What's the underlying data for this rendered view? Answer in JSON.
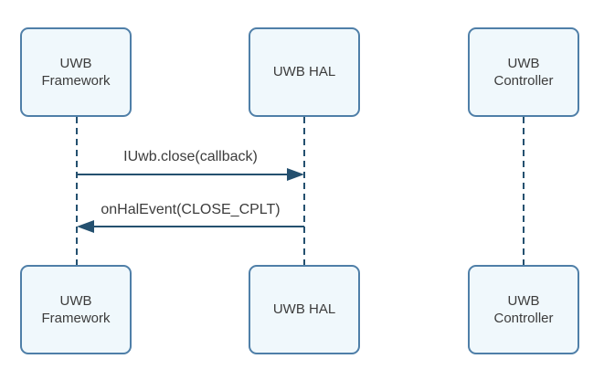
{
  "diagram": {
    "actors": [
      {
        "name": "UWB Framework"
      },
      {
        "name": "UWB HAL"
      },
      {
        "name": "UWB Controller"
      }
    ],
    "messages": [
      {
        "label": "IUwb.close(callback)",
        "from": "UWB Framework",
        "to": "UWB HAL",
        "direction": "right",
        "line_style": "solid"
      },
      {
        "label": "onHalEvent(CLOSE_CPLT)",
        "from": "UWB HAL",
        "to": "UWB Framework",
        "direction": "left",
        "line_style": "solid"
      }
    ],
    "colors": {
      "box_fill": "#f0f8fc",
      "box_border": "#4f7fa8",
      "line": "#24506f",
      "text": "#3c3c3c",
      "background": "#ffffff"
    }
  }
}
